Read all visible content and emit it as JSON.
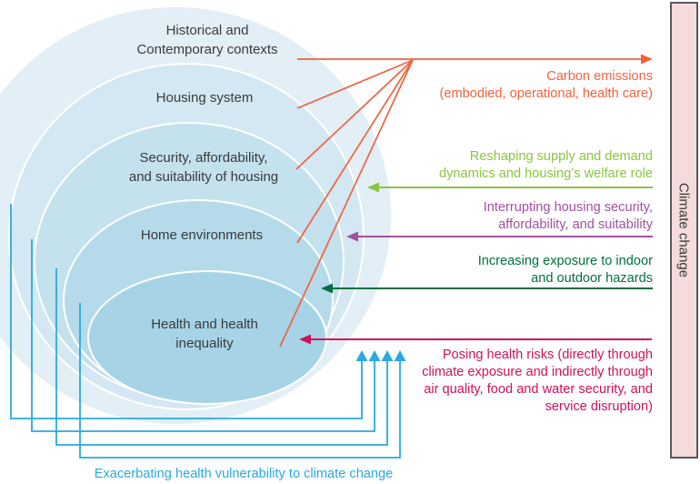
{
  "figure": {
    "title": "Housing and climate change conceptual diagram",
    "bar_label": "Climate change"
  },
  "colors": {
    "label": "#3a3a3a",
    "orange": "#f2613f",
    "light_green": "#8bc540",
    "purple": "#a3519f",
    "dark_green": "#00713f",
    "crimson": "#d0115b",
    "blue": "#29a9e0",
    "bar_fill": "#f6dbdc",
    "bar_border": "#58595b"
  },
  "rings": [
    {
      "fill": "#e2eff7",
      "label_lines": [
        "Historical and",
        "Contemporary contexts"
      ]
    },
    {
      "fill": "#d3e8f2",
      "label_lines": [
        "Housing system"
      ]
    },
    {
      "fill": "#c4e1ee",
      "label_lines": [
        "Security, affordability,",
        "and suitability of housing"
      ]
    },
    {
      "fill": "#b5dbea",
      "label_lines": [
        "Home environments"
      ]
    },
    {
      "fill": "#a6d4e6",
      "label_lines": [
        "Health and health",
        "inequality"
      ]
    }
  ],
  "flows": {
    "carbon_emissions": {
      "color": "#f2613f",
      "lines": [
        "Carbon emissions",
        "(embodied, operational, health care)"
      ]
    },
    "reshaping": {
      "color": "#8bc540",
      "lines": [
        "Reshaping supply and demand",
        "dynamics and housing’s welfare role"
      ]
    },
    "interrupting": {
      "color": "#a3519f",
      "lines": [
        "Interrupting housing security,",
        "affordability, and suitability"
      ]
    },
    "increasing": {
      "color": "#00713f",
      "lines": [
        "Increasing exposure to indoor",
        "and outdoor hazards"
      ]
    },
    "posing": {
      "color": "#d0115b",
      "lines": [
        "Posing health risks (directly through",
        "climate exposure and indirectly through",
        "air quality, food and water security, and",
        "service disruption)"
      ]
    },
    "exacerbating": {
      "color": "#29a9e0",
      "lines": [
        "Exacerbating health vulnerability to climate change"
      ]
    }
  },
  "climate_bar": {
    "label": "Climate change",
    "fill": "#f6dbdc",
    "border": "#58595b"
  }
}
